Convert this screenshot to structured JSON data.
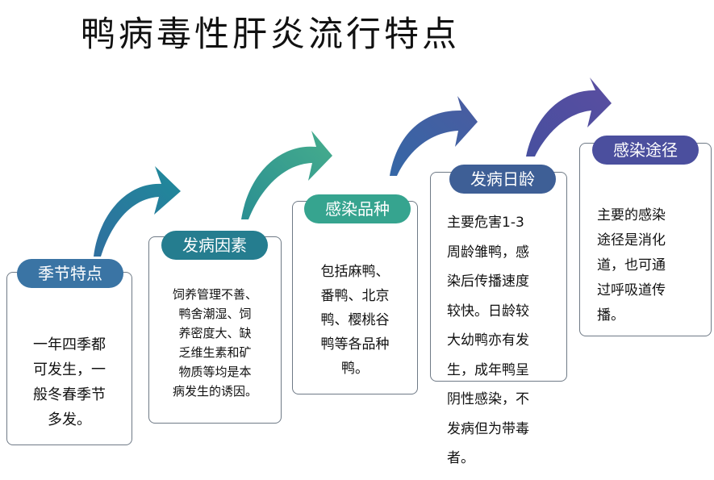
{
  "title": "鸭病毒性肝炎流行特点",
  "colors": {
    "seasonal": "#3a74a4",
    "cause": "#257d8f",
    "variety": "#36a48f",
    "age": "#3e5f96",
    "route": "#4b4f9e"
  },
  "steps": [
    {
      "label": "季节特点",
      "text": "一年四季都\n可发生，一\n般冬春季节\n多发。"
    },
    {
      "label": "发病因素",
      "text": "饲养管理不善、\n鸭舍潮湿、饲\n养密度大、缺\n乏维生素和矿\n物质等均是本\n病发生的诱因。"
    },
    {
      "label": "感染品种",
      "text": "包括麻鸭、\n番鸭、北京\n鸭、樱桃谷\n鸭等各品种\n鸭。"
    },
    {
      "label": "发病日龄",
      "text": "主要危害1-3\n周龄雏鸭，感\n染后传播速度\n较快。日龄较\n大幼鸭亦有发\n生，成年鸭呈\n阴性感染，不\n发病但为带毒\n者。"
    },
    {
      "label": "感染途径",
      "text": "主要的感染\n途径是消化\n道，也可通\n过呼吸道传\n播。"
    }
  ]
}
